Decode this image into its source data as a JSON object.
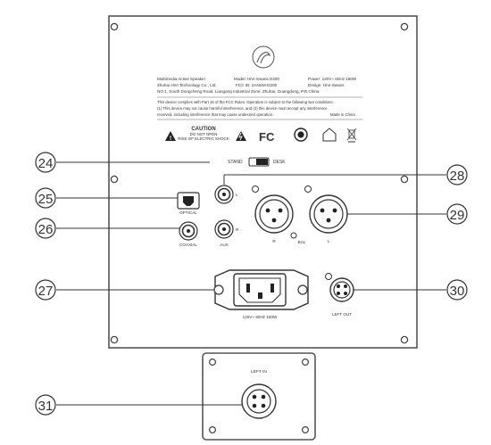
{
  "label_block": {
    "line1_left": "Multimedia Active Speaker",
    "line1_model": "Model: HiVi-Swans D200",
    "line1_power": "Power: 120V~ 60Hz 180W",
    "line2_left": "Zhuhai HiVi Technology Co., Ltd.",
    "line2_fcc": "FCC ID: 2ANSM-D200",
    "line2_design": "Design: HiVi-Swans",
    "line3": "NO.1, South Dongcheng Road, Liangang Industrial Zone, Zhuhai, Guangdong, P.R.China",
    "fcc_text_1": "This device complies with Part 15 of the FCC Rules. Operation is subject to the following two conditions:",
    "fcc_text_2": "(1) This device may not cause harmful interference, and       (2) this device must accept any interference",
    "fcc_text_3": "received, including interference that may cause undesired operation.",
    "made_in": "Made in China",
    "caution_title": "CAUTION",
    "caution_line1": "DO NOT OPEN",
    "caution_line2": "RISK OF ELECTRIC SHOCK",
    "fc_mark": "FC"
  },
  "panel_labels": {
    "stand": "STAND",
    "desk": "DESK",
    "optical": "OPTICAL",
    "coaxial": "COAXIAL",
    "aux": "AUX",
    "aux_l": "L",
    "aux_r": "R",
    "xlr_r": "R",
    "bal": "BAL",
    "xlr_l": "L",
    "power_rating": "120V~ 60Hz 180W",
    "left_out": "LEFT OUT",
    "left_in": "LEFT IN"
  },
  "callouts": [
    "24",
    "25",
    "26",
    "27",
    "28",
    "29",
    "30",
    "31"
  ]
}
